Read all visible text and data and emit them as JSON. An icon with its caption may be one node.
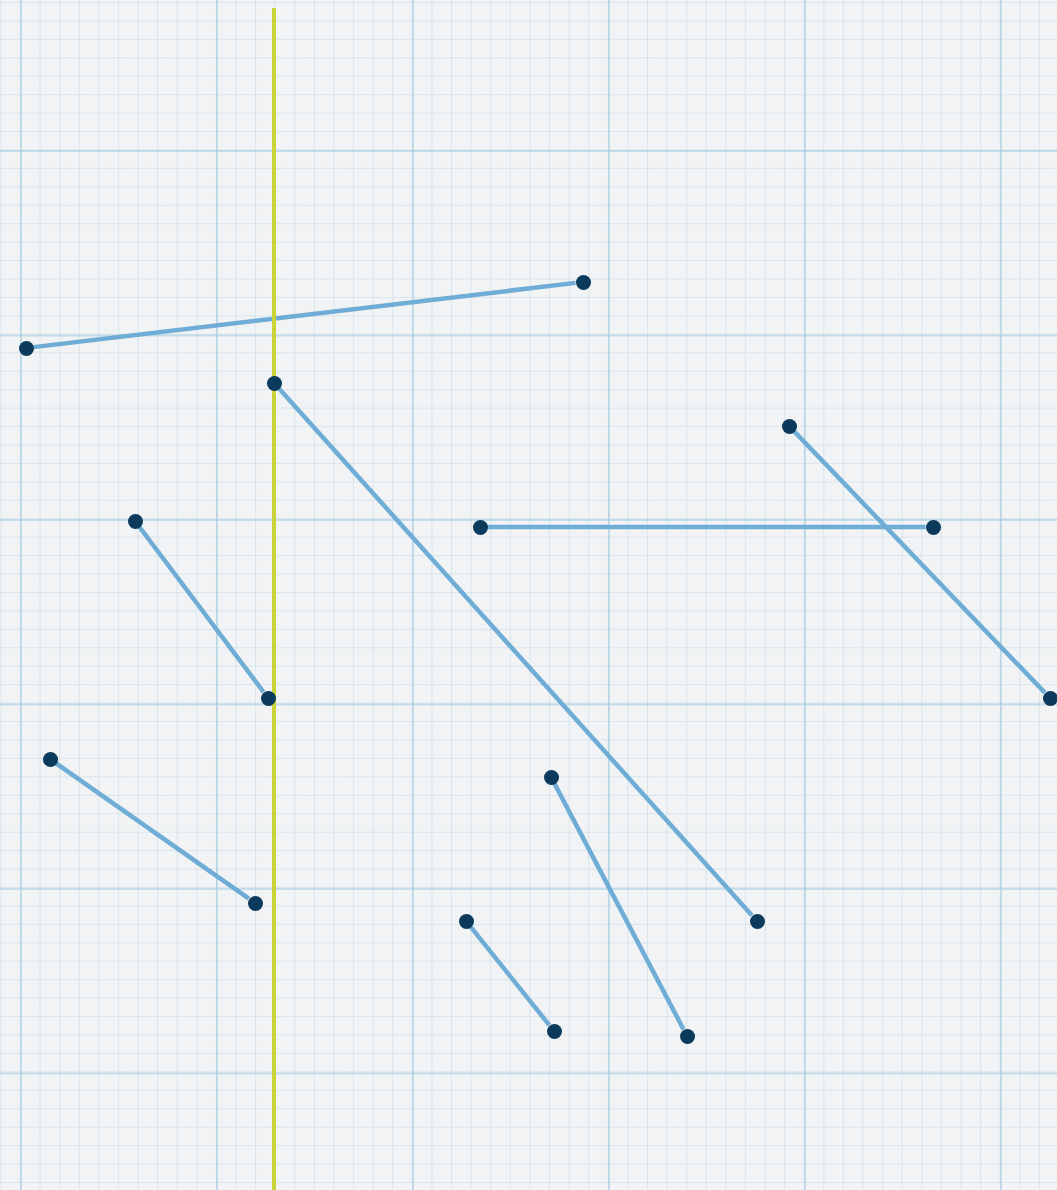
{
  "diagram": {
    "nodes": [
      {
        "text": [],
        "shape": "circle"
      },
      {
        "text": [],
        "shape": "circle"
      },
      {
        "text": [],
        "shape": "circle"
      },
      {
        "text": [],
        "shape": "circle"
      },
      {
        "text": [],
        "shape": "circle"
      },
      {
        "text": [],
        "shape": "circle"
      },
      {
        "text": [],
        "shape": "circle"
      },
      {
        "text": [],
        "shape": "circle"
      },
      {
        "text": [],
        "shape": "circle"
      },
      {
        "text": [],
        "shape": "circle"
      },
      {
        "text": [],
        "shape": "circle"
      },
      {
        "text": [],
        "shape": "circle"
      },
      {
        "text": [],
        "shape": "circle"
      },
      {
        "text": [],
        "shape": "circle"
      },
      {
        "text": [],
        "shape": "circle"
      },
      {
        "text": [],
        "shape": "circle"
      }
    ],
    "edges": [
      {
        "from": 1,
        "to": 0,
        "arrow": "none"
      },
      {
        "from": 2,
        "to": 13,
        "arrow": "none"
      },
      {
        "from": 3,
        "to": 8,
        "arrow": "none"
      },
      {
        "from": 4,
        "to": 7,
        "arrow": "none"
      },
      {
        "from": 5,
        "to": 6,
        "arrow": "none"
      },
      {
        "from": 9,
        "to": 11,
        "arrow": "none"
      },
      {
        "from": 10,
        "to": 15,
        "arrow": "none"
      },
      {
        "from": 12,
        "to": 14,
        "arrow": "none"
      }
    ]
  }
}
